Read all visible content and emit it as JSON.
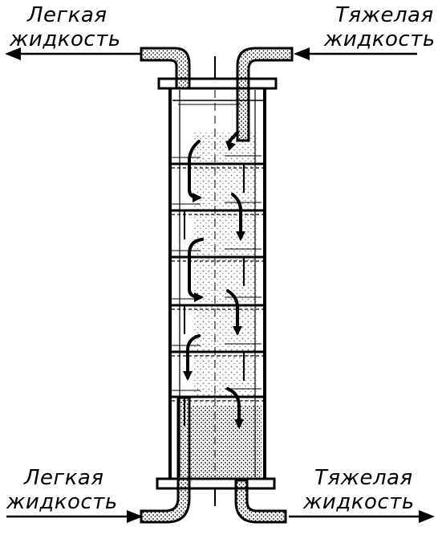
{
  "labels": {
    "top_left": {
      "line1": "Легкая",
      "line2": "жидкость"
    },
    "top_right": {
      "line1": "Тяжелая",
      "line2": "жидкость"
    },
    "bottom_left": {
      "line1": "Легкая",
      "line2": "жидкость"
    },
    "bottom_right": {
      "line1": "Тяжелая",
      "line2": "жидкость"
    }
  },
  "colors": {
    "ink": "#000000",
    "paper": "#ffffff"
  },
  "icons": [
    "arrow-left-icon",
    "arrow-right-icon",
    "flow-arrow-icon"
  ]
}
